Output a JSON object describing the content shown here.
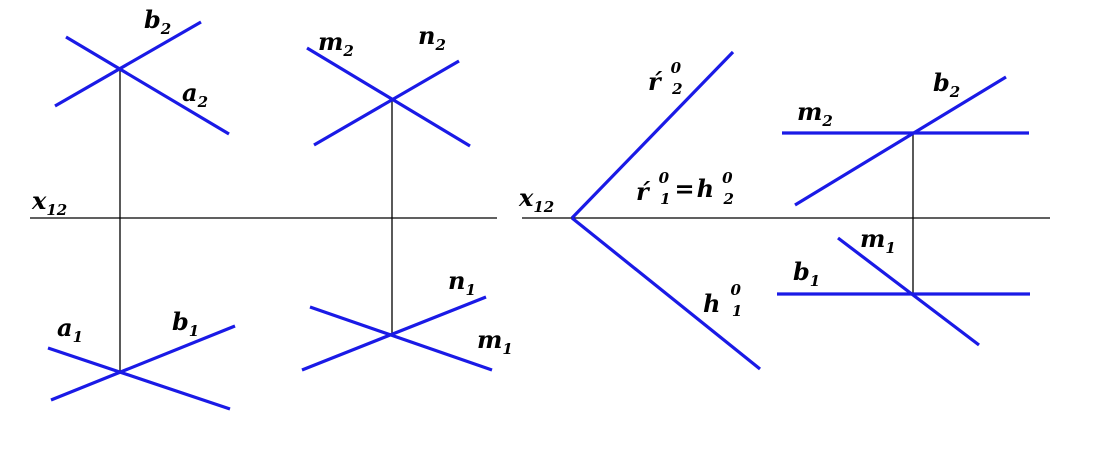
{
  "colors": {
    "trace_line": "#1a1ae6",
    "axis_line": "#000000",
    "background": "#ffffff"
  },
  "left_figure": {
    "axis_label": {
      "main": "x",
      "sub": "12"
    },
    "pair_a_b": {
      "b2": {
        "main": "b",
        "sub": "2"
      },
      "a2": {
        "main": "a",
        "sub": "2"
      },
      "a1": {
        "main": "a",
        "sub": "1"
      },
      "b1": {
        "main": "b",
        "sub": "1"
      }
    },
    "pair_m_n": {
      "m2": {
        "main": "m",
        "sub": "2"
      },
      "n2": {
        "main": "n",
        "sub": "2"
      },
      "n1": {
        "main": "n",
        "sub": "1"
      },
      "m1": {
        "main": "m",
        "sub": "1"
      }
    }
  },
  "right_figure": {
    "axis_label": {
      "main": "x",
      "sub": "12"
    },
    "trace_f2": {
      "main": "ŕ",
      "sub": "2",
      "sup": "0"
    },
    "trace_f1_h2": {
      "left_main": "ŕ",
      "left_sub": "1",
      "left_sup": "0",
      "equals": "=",
      "right_main": "h",
      "right_sub": "2",
      "right_sup": "0"
    },
    "trace_h1": {
      "main": "h",
      "sub": "1",
      "sup": "0"
    },
    "m2": {
      "main": "m",
      "sub": "2"
    },
    "b2": {
      "main": "b",
      "sub": "2"
    },
    "m1": {
      "main": "m",
      "sub": "1"
    },
    "b1": {
      "main": "b",
      "sub": "1"
    }
  }
}
